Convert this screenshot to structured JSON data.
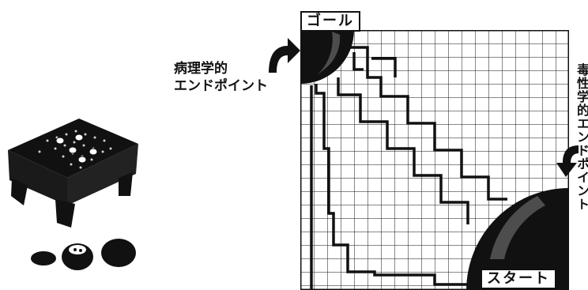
{
  "goal_label": "ゴール",
  "start_label": "スタート",
  "pathology_endpoint": [
    "病理学的",
    "エンドポイント"
  ],
  "toxicity_endpoint": "毒性学的エンドポイント",
  "colors": {
    "ink": "#111111",
    "paper": "#ffffff"
  },
  "icons": [
    "go-board-icon",
    "go-stone-bowl-icon",
    "curved-arrow-icon"
  ]
}
